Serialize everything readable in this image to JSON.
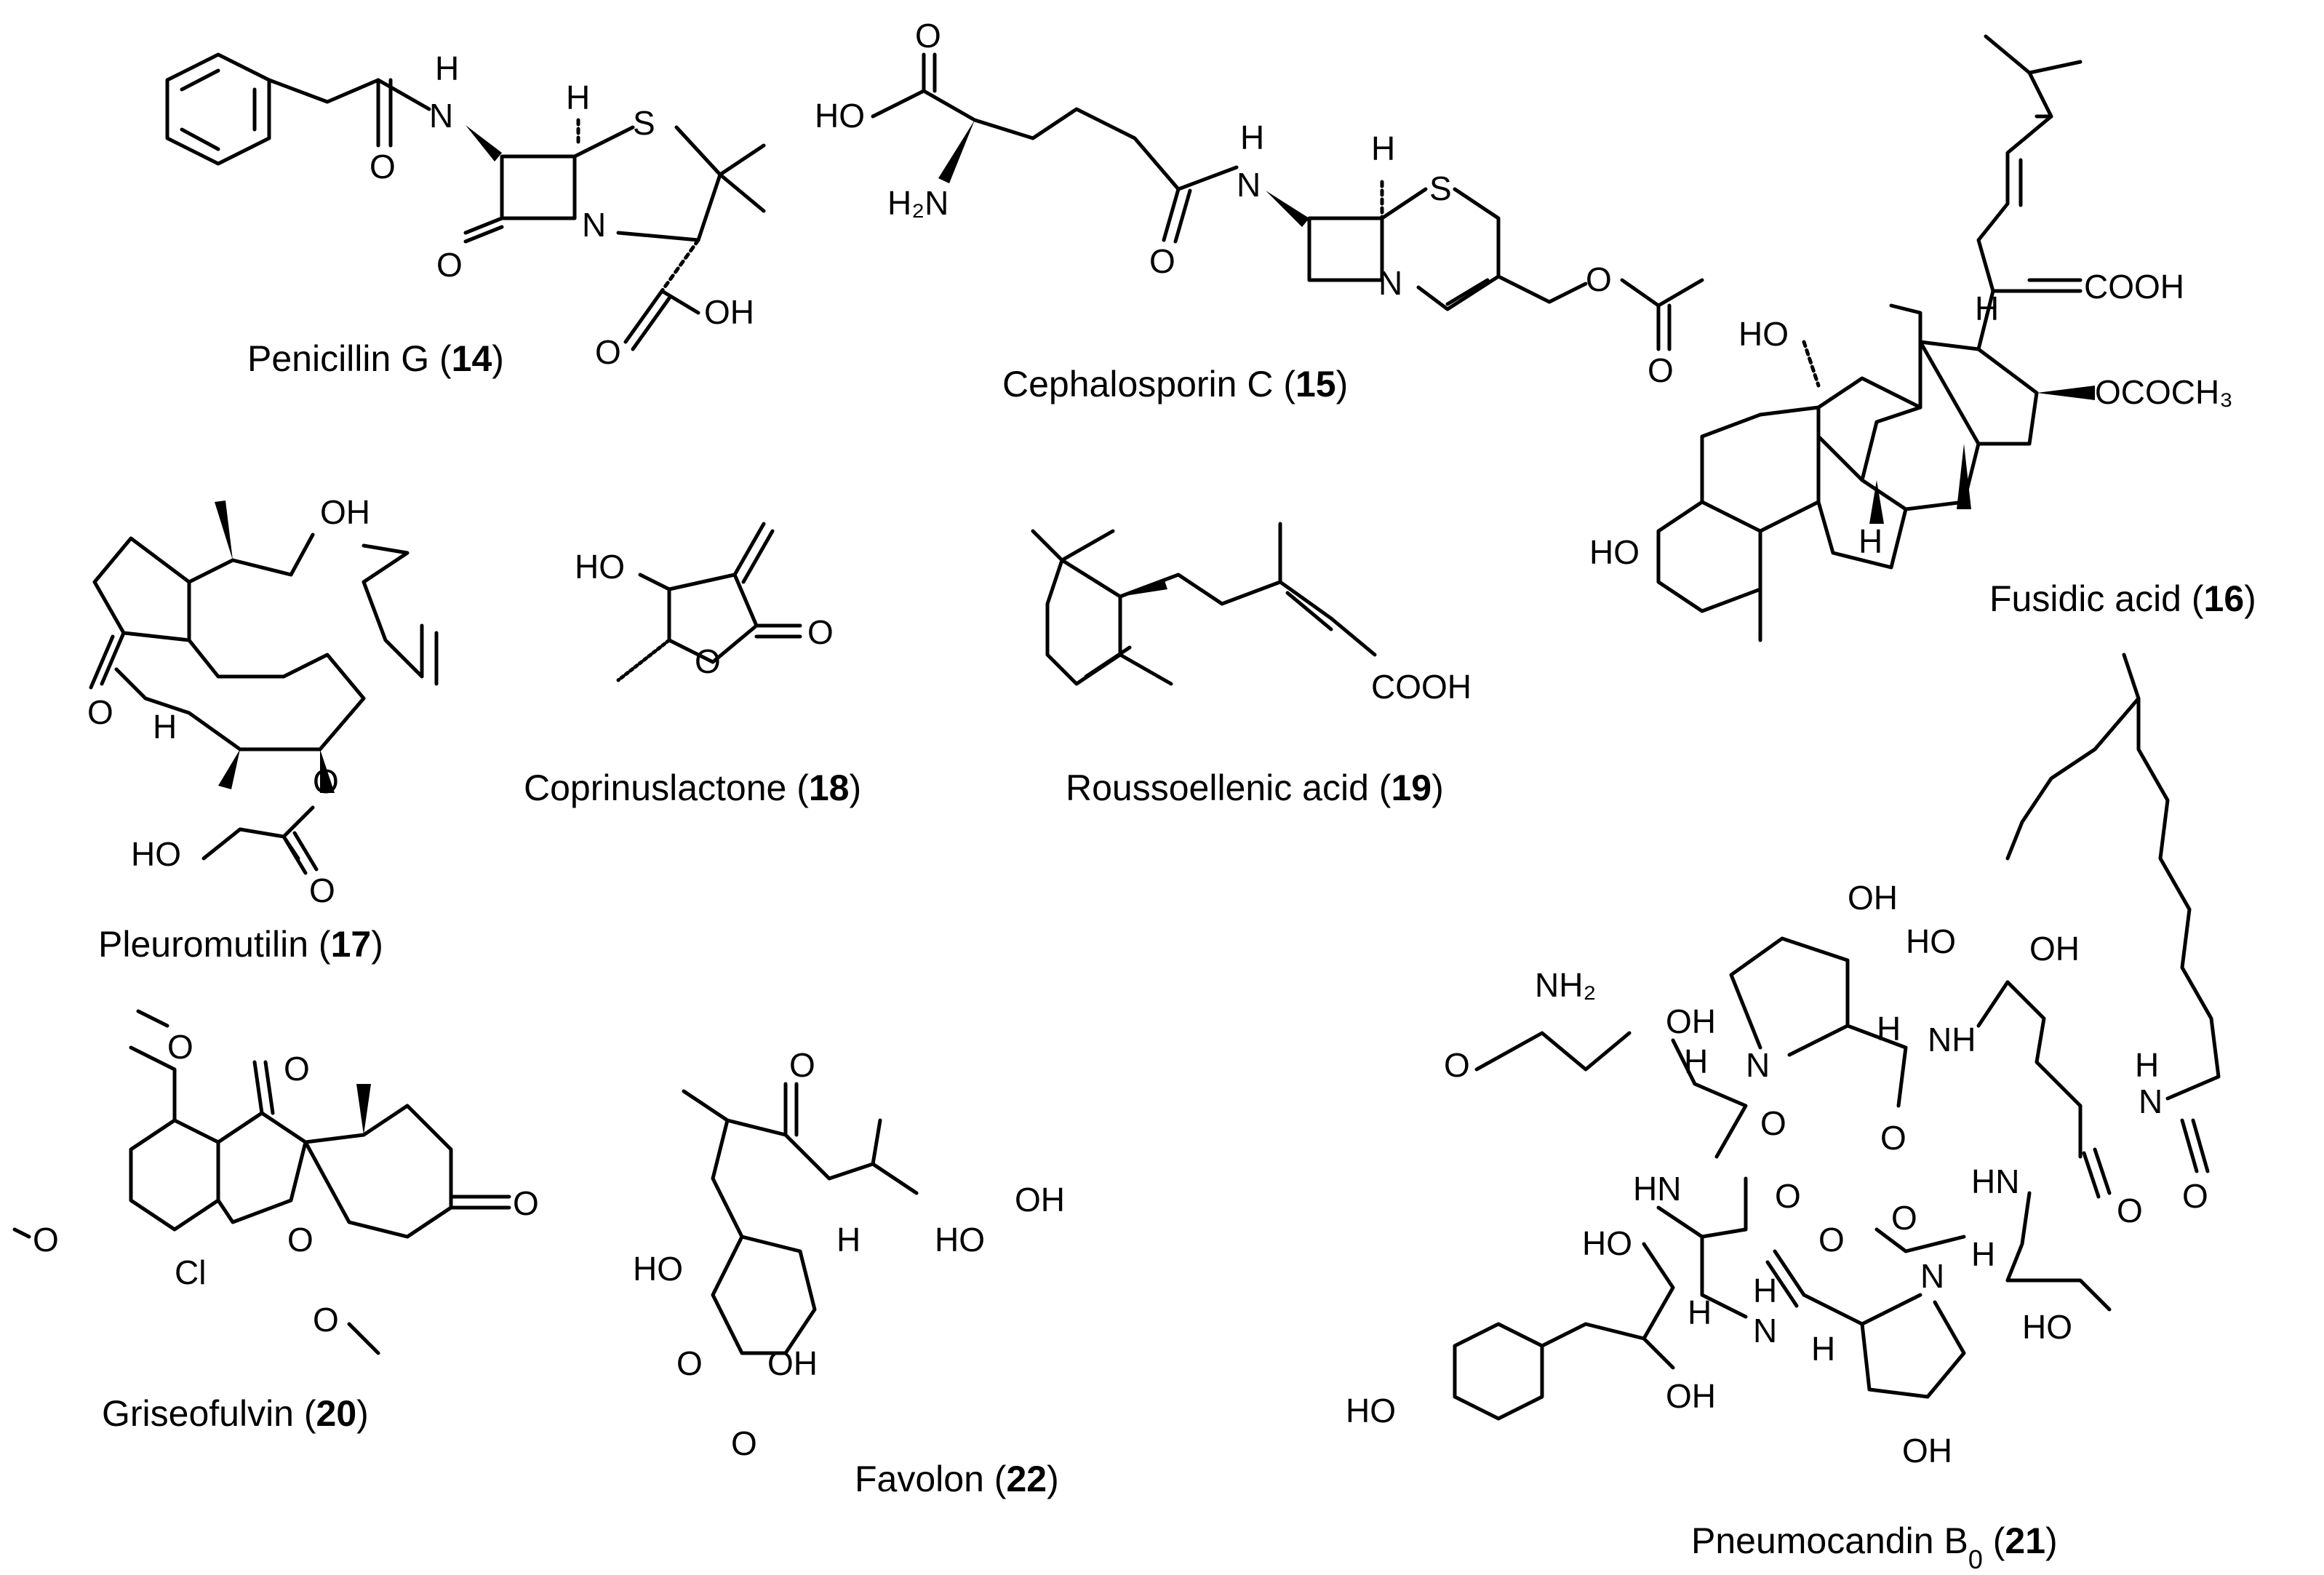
{
  "compounds": [
    {
      "name": "Penicillin G",
      "number": "14"
    },
    {
      "name": "Cephalosporin C",
      "number": "15"
    },
    {
      "name": "Fusidic acid",
      "number": "16"
    },
    {
      "name": "Pleuromutilin",
      "number": "17"
    },
    {
      "name": "Coprinuslactone",
      "number": "18"
    },
    {
      "name": "Roussoellenic acid",
      "number": "19"
    },
    {
      "name": "Griseofulvin",
      "number": "20"
    },
    {
      "name": "Favolon",
      "number": "22"
    },
    {
      "name": "Pneumocandin B",
      "subscript": "0",
      "number": "21"
    }
  ],
  "atom_labels": {
    "H": "H",
    "S": "S",
    "N": "N",
    "O": "O",
    "OH": "OH",
    "HO": "HO",
    "H2N": "H₂N",
    "NH": "NH",
    "HN": "HN",
    "NH2": "NH₂",
    "COOH": "COOH",
    "OCOCH3": "OCOCH₃",
    "Cl": "Cl"
  }
}
